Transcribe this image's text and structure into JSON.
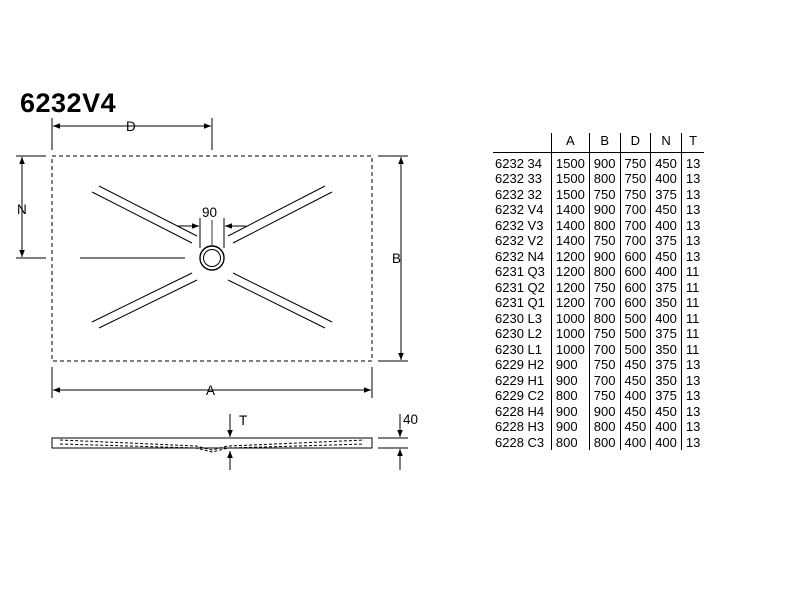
{
  "title": "6232V4",
  "labels": {
    "dim_d": "D",
    "dim_n": "N",
    "dim_b": "B",
    "dim_a": "A",
    "dim_drain": "90",
    "dim_t": "T",
    "dim_height": "40"
  },
  "table": {
    "columns": [
      "",
      "A",
      "B",
      "D",
      "N",
      "T"
    ],
    "rows": [
      [
        "6232 34",
        "1500",
        "900",
        "750",
        "450",
        "13"
      ],
      [
        "6232 33",
        "1500",
        "800",
        "750",
        "400",
        "13"
      ],
      [
        "6232 32",
        "1500",
        "750",
        "750",
        "375",
        "13"
      ],
      [
        "6232 V4",
        "1400",
        "900",
        "700",
        "450",
        "13"
      ],
      [
        "6232 V3",
        "1400",
        "800",
        "700",
        "400",
        "13"
      ],
      [
        "6232 V2",
        "1400",
        "750",
        "700",
        "375",
        "13"
      ],
      [
        "6232 N4",
        "1200",
        "900",
        "600",
        "450",
        "13"
      ],
      [
        "6231 Q3",
        "1200",
        "800",
        "600",
        "400",
        "11"
      ],
      [
        "6231 Q2",
        "1200",
        "750",
        "600",
        "375",
        "11"
      ],
      [
        "6231 Q1",
        "1200",
        "700",
        "600",
        "350",
        "11"
      ],
      [
        "6230 L3",
        "1000",
        "800",
        "500",
        "400",
        "11"
      ],
      [
        "6230 L2",
        "1000",
        "750",
        "500",
        "375",
        "11"
      ],
      [
        "6230 L1",
        "1000",
        "700",
        "500",
        "350",
        "11"
      ],
      [
        "6229 H2",
        "900",
        "750",
        "450",
        "375",
        "13"
      ],
      [
        "6229 H1",
        "900",
        "700",
        "450",
        "350",
        "13"
      ],
      [
        "6229 C2",
        "800",
        "750",
        "400",
        "375",
        "13"
      ],
      [
        "6228 H4",
        "900",
        "900",
        "450",
        "450",
        "13"
      ],
      [
        "6228 H3",
        "900",
        "800",
        "450",
        "400",
        "13"
      ],
      [
        "6228 C3",
        "800",
        "800",
        "400",
        "400",
        "13"
      ]
    ]
  }
}
